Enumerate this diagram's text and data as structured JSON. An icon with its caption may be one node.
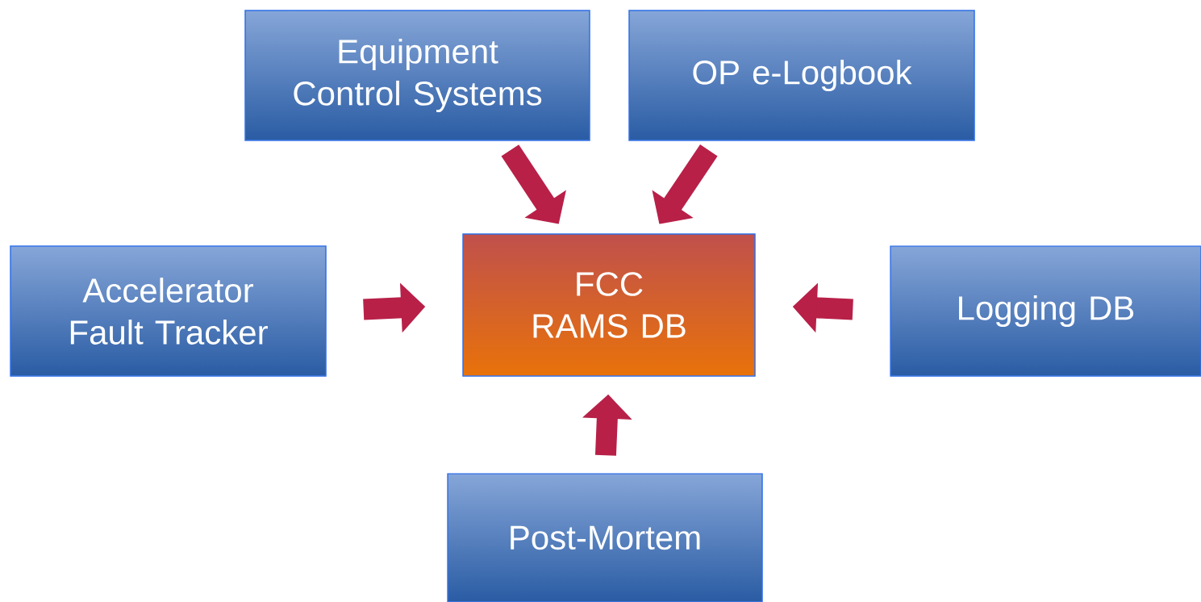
{
  "diagram": {
    "nodes": [
      {
        "text": [
          "Equipment Control Systems"
        ]
      },
      {
        "text": [
          "OP e-Logbook"
        ]
      },
      {
        "text": [
          "Accelerator Fault Tracker"
        ]
      },
      {
        "text": [
          "FCC RAMS DB"
        ]
      },
      {
        "text": [
          "Logging DB"
        ]
      },
      {
        "text": [
          "Post-Mortem"
        ]
      }
    ],
    "edges": [
      {
        "from": 0,
        "to": 3,
        "arrow": "to"
      },
      {
        "from": 1,
        "to": 3,
        "arrow": "to"
      },
      {
        "from": 2,
        "to": 3,
        "arrow": "to"
      },
      {
        "from": 4,
        "to": 3,
        "arrow": "to"
      },
      {
        "from": 5,
        "to": 3,
        "arrow": "to"
      }
    ]
  }
}
